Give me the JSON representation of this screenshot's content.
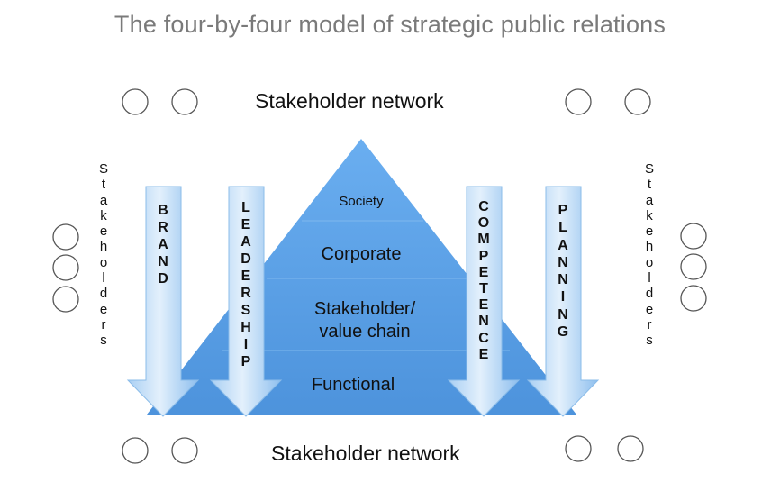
{
  "title": "The four-by-four model of strategic public relations",
  "network_top": "Stakeholder network",
  "network_bottom": "Stakeholder network",
  "side_label_left": "Stakeholders",
  "side_label_right": "Stakeholders",
  "pyramid_levels": [
    "Society",
    "Corporate",
    "Stakeholder/",
    "value chain",
    "Functional"
  ],
  "arrows": [
    "BRAND",
    "LEADERSHIP",
    "COMPETENCE",
    "PLANNING"
  ],
  "colors": {
    "pyramid": "#5aa0e6",
    "arrow_fill_light": "#d7e9fb",
    "arrow_fill_dark": "#8fc0ef",
    "title": "#7a7a7a"
  }
}
